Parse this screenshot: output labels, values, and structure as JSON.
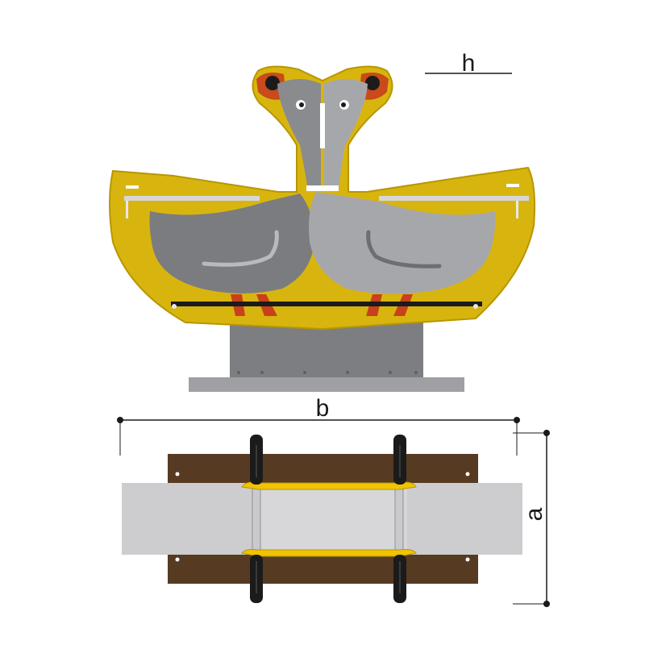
{
  "dimensions": {
    "height_label": "h",
    "width_label": "b",
    "depth_label": "a"
  },
  "colors": {
    "frame_yellow": "#d8b50e",
    "frame_outline": "#b89600",
    "goose_dark": "#7b7c80",
    "goose_light": "#a6a7ab",
    "feet_red": "#c8401c",
    "head_cheek": "#c94a1a",
    "base_grey": "#7d7e82",
    "plate_grey": "#9fa0a4",
    "seat_grey": "#cdcdcf",
    "platform_brown": "#573a22",
    "handle_black": "#1b1b1b",
    "bar_yellow": "#f0c400",
    "dimension_line": "#1a1a1a"
  },
  "icons": {
    "front_view": "double-goose-rocker-front-view",
    "top_view": "double-goose-rocker-top-view"
  }
}
